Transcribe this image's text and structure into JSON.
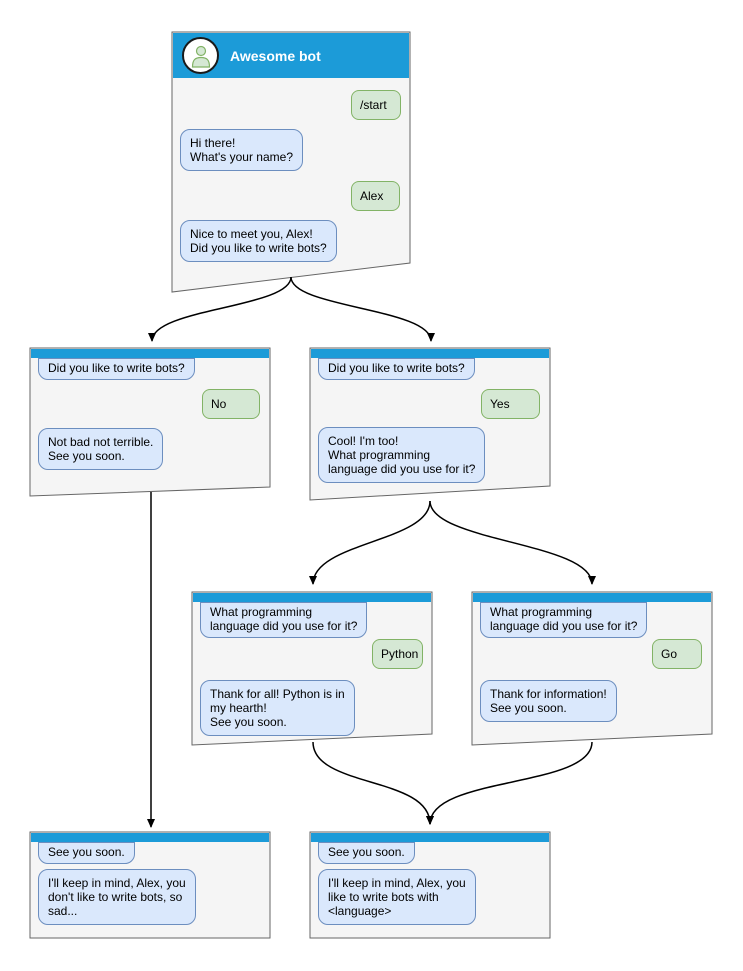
{
  "palette": {
    "header_blue": "#1c9bd8",
    "window_bg": "#f5f5f5",
    "window_border": "#666666",
    "bot_bubble_bg": "#dae8fc",
    "bot_bubble_border": "#6c8ebf",
    "user_bubble_bg": "#d5e8d4",
    "user_bubble_border": "#82b366",
    "arrow_color": "#000000"
  },
  "main_window": {
    "title": "Awesome bot",
    "avatar_icon": "person-icon",
    "messages": [
      {
        "from": "user",
        "text": "/start"
      },
      {
        "from": "bot",
        "text": "Hi there!\nWhat's your name?"
      },
      {
        "from": "user",
        "text": "Alex"
      },
      {
        "from": "bot",
        "text": "Nice to meet you, Alex!\nDid you like to write bots?"
      }
    ]
  },
  "node_no": {
    "messages": [
      {
        "from": "bot",
        "text": "Did you like to write bots?"
      },
      {
        "from": "user",
        "text": "No"
      },
      {
        "from": "bot",
        "text": "Not bad not terrible.\nSee you soon."
      }
    ]
  },
  "node_yes": {
    "messages": [
      {
        "from": "bot",
        "text": "Did you like to write bots?"
      },
      {
        "from": "user",
        "text": "Yes"
      },
      {
        "from": "bot",
        "text": "Cool! I'm too!\nWhat programming\nlanguage did you use for it?"
      }
    ]
  },
  "node_python": {
    "messages": [
      {
        "from": "bot",
        "text": "What programming\nlanguage did you use for it?"
      },
      {
        "from": "user",
        "text": "Python"
      },
      {
        "from": "bot",
        "text": "Thank for all! Python is in\nmy hearth!\nSee you soon."
      }
    ]
  },
  "node_go": {
    "messages": [
      {
        "from": "bot",
        "text": "What programming\nlanguage did you use for it?"
      },
      {
        "from": "user",
        "text": "Go"
      },
      {
        "from": "bot",
        "text": "Thank for information!\nSee you soon."
      }
    ]
  },
  "node_end_no": {
    "messages": [
      {
        "from": "bot",
        "text": "See you soon."
      },
      {
        "from": "bot",
        "text": "I'll keep in mind, Alex, you\ndon't like to write bots, so\nsad..."
      }
    ]
  },
  "node_end_yes": {
    "messages": [
      {
        "from": "bot",
        "text": "See you soon."
      },
      {
        "from": "bot",
        "text": "I'll keep in mind, Alex, you\nlike to write bots with\n<language>"
      }
    ]
  }
}
